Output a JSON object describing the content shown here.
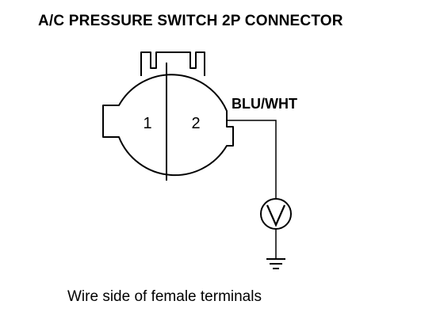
{
  "title": "A/C PRESSURE SWITCH 2P CONNECTOR",
  "connector": {
    "terminal_1": "1",
    "terminal_2": "2"
  },
  "wire_label": "BLU/WHT",
  "meter_symbol": "V",
  "meter_icon": "voltmeter-icon",
  "ground_icon": "ground-icon",
  "caption": "Wire side of female terminals",
  "colors": {
    "line": "#000000",
    "background": "#ffffff"
  }
}
